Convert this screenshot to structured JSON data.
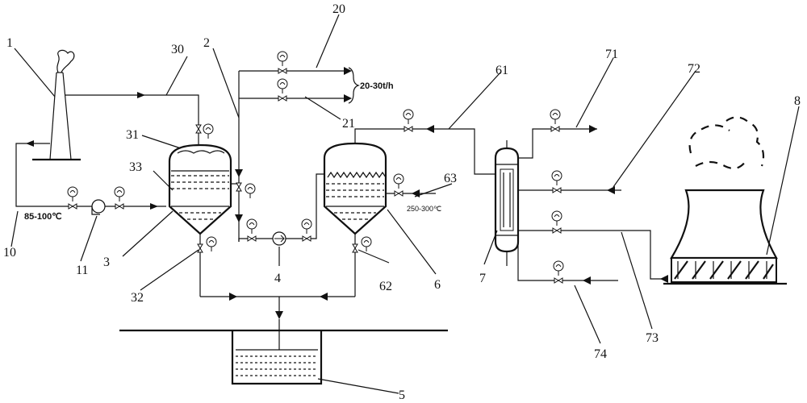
{
  "references": {
    "chimney": "1",
    "steam_main": "2",
    "flash_tank_1": "3",
    "pump": "4",
    "sump": "5",
    "flash_tank_2": "6",
    "heat_exchanger": "7",
    "cooling_tower": "8",
    "return_line": "10",
    "circulation_pump": "11",
    "steam_branch_upper": "20",
    "steam_branch_lower": "21",
    "exhaust_line": "30",
    "top_vent": "31",
    "bottom_drain_1": "32",
    "packing_1": "33",
    "vapor_line_2": "61",
    "bottom_drain_2": "62",
    "feed_line_2": "63",
    "hx_inlet": "71",
    "hx_outlet_a": "72",
    "hx_outlet_b": "73",
    "hx_drain": "74"
  },
  "notes": {
    "flow_rate": "20-30t/h",
    "inlet_temp": "85-100℃",
    "feed_temp": "250-300℃"
  },
  "colors": {
    "line": "#111111",
    "background": "#ffffff"
  }
}
